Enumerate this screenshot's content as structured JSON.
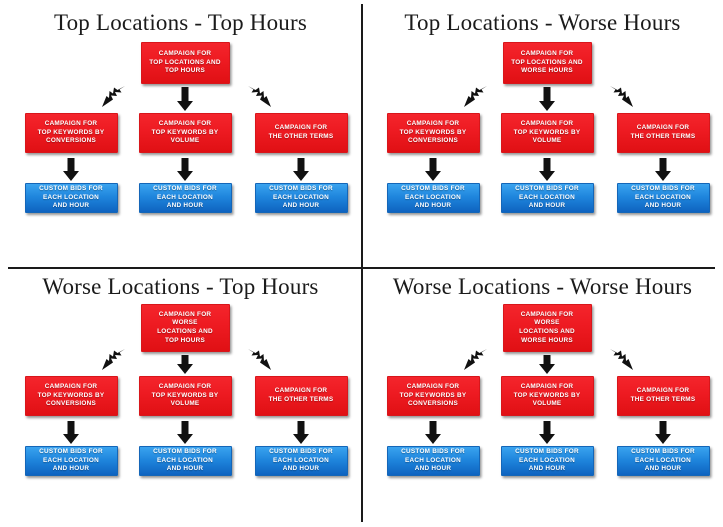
{
  "diagram": {
    "title_font_style": "serif",
    "colors": {
      "campaign_box": "#ED1C24",
      "bids_box": "#1B7FD4",
      "arrow": "#111111",
      "divider": "#1A1A1A",
      "background": "#FFFFFF",
      "box_text": "#FFFFFF"
    },
    "quadrants": [
      {
        "id": "top-locations-top-hours",
        "title": "Top Locations - Top Hours",
        "root": {
          "label": "CAMPAIGN FOR TOP LOCATIONS AND TOP HOURS",
          "lines": [
            "CAMPAIGN FOR",
            "TOP LOCATIONS AND",
            "TOP HOURS"
          ],
          "type": "campaign"
        },
        "branches": [
          {
            "campaign": {
              "label": "CAMPAIGN FOR TOP KEYWORDS BY CONVERSIONS",
              "lines": [
                "CAMPAIGN FOR",
                "TOP KEYWORDS BY",
                "CONVERSIONS"
              ],
              "type": "campaign"
            },
            "bids": {
              "label": "CUSTOM BIDS FOR EACH LOCATION AND HOUR",
              "lines": [
                "CUSTOM BIDS FOR",
                "EACH LOCATION",
                "AND HOUR"
              ],
              "type": "bids"
            },
            "connector": "arrow-diagonal-down-left"
          },
          {
            "campaign": {
              "label": "CAMPAIGN FOR TOP KEYWORDS BY VOLUME",
              "lines": [
                "CAMPAIGN FOR",
                "TOP KEYWORDS BY",
                "VOLUME"
              ],
              "type": "campaign"
            },
            "bids": {
              "label": "CUSTOM BIDS FOR EACH LOCATION AND HOUR",
              "lines": [
                "CUSTOM BIDS FOR",
                "EACH LOCATION",
                "AND HOUR"
              ],
              "type": "bids"
            },
            "connector": "arrow-down"
          },
          {
            "campaign": {
              "label": "CAMPAIGN FOR THE OTHER TERMS",
              "lines": [
                "CAMPAIGN FOR",
                "THE OTHER TERMS"
              ],
              "type": "campaign"
            },
            "bids": {
              "label": "CUSTOM BIDS FOR EACH LOCATION AND HOUR",
              "lines": [
                "CUSTOM BIDS FOR",
                "EACH LOCATION",
                "AND HOUR"
              ],
              "type": "bids"
            },
            "connector": "arrow-diagonal-down-right"
          }
        ]
      },
      {
        "id": "top-locations-worse-hours",
        "title": "Top Locations - Worse Hours",
        "root": {
          "label": "CAMPAIGN FOR TOP LOCATIONS AND WORSE HOURS",
          "lines": [
            "CAMPAIGN FOR",
            "TOP LOCATIONS AND",
            "WORSE HOURS"
          ],
          "type": "campaign"
        },
        "branches": [
          {
            "campaign": {
              "label": "CAMPAIGN FOR TOP KEYWORDS BY CONVERSIONS",
              "lines": [
                "CAMPAIGN FOR",
                "TOP KEYWORDS BY",
                "CONVERSIONS"
              ],
              "type": "campaign"
            },
            "bids": {
              "label": "CUSTOM BIDS FOR EACH LOCATION AND HOUR",
              "lines": [
                "CUSTOM BIDS FOR",
                "EACH LOCATION",
                "AND HOUR"
              ],
              "type": "bids"
            },
            "connector": "arrow-diagonal-down-left"
          },
          {
            "campaign": {
              "label": "CAMPAIGN FOR TOP KEYWORDS BY VOLUME",
              "lines": [
                "CAMPAIGN FOR",
                "TOP KEYWORDS BY",
                "VOLUME"
              ],
              "type": "campaign"
            },
            "bids": {
              "label": "CUSTOM BIDS FOR EACH LOCATION AND HOUR",
              "lines": [
                "CUSTOM BIDS FOR",
                "EACH LOCATION",
                "AND HOUR"
              ],
              "type": "bids"
            },
            "connector": "arrow-down"
          },
          {
            "campaign": {
              "label": "CAMPAIGN FOR THE OTHER TERMS",
              "lines": [
                "CAMPAIGN FOR",
                "THE OTHER TERMS"
              ],
              "type": "campaign"
            },
            "bids": {
              "label": "CUSTOM BIDS FOR EACH LOCATION AND HOUR",
              "lines": [
                "CUSTOM BIDS FOR",
                "EACH LOCATION",
                "AND HOUR"
              ],
              "type": "bids"
            },
            "connector": "arrow-diagonal-down-right"
          }
        ]
      },
      {
        "id": "worse-locations-top-hours",
        "title": "Worse Locations - Top Hours",
        "root": {
          "label": "CAMPAIGN FOR WORSE LOCATIONS AND TOP HOURS",
          "lines": [
            "CAMPAIGN FOR",
            "WORSE",
            "LOCATIONS AND",
            "TOP HOURS"
          ],
          "type": "campaign"
        },
        "branches": [
          {
            "campaign": {
              "label": "CAMPAIGN FOR TOP KEYWORDS BY CONVERSIONS",
              "lines": [
                "CAMPAIGN FOR",
                "TOP KEYWORDS BY",
                "CONVERSIONS"
              ],
              "type": "campaign"
            },
            "bids": {
              "label": "CUSTOM BIDS FOR EACH LOCATION AND HOUR",
              "lines": [
                "CUSTOM BIDS FOR",
                "EACH LOCATION",
                "AND HOUR"
              ],
              "type": "bids"
            },
            "connector": "arrow-diagonal-down-left"
          },
          {
            "campaign": {
              "label": "CAMPAIGN FOR TOP KEYWORDS BY VOLUME",
              "lines": [
                "CAMPAIGN FOR",
                "TOP KEYWORDS BY",
                "VOLUME"
              ],
              "type": "campaign"
            },
            "bids": {
              "label": "CUSTOM BIDS FOR EACH LOCATION AND HOUR",
              "lines": [
                "CUSTOM BIDS FOR",
                "EACH LOCATION",
                "AND HOUR"
              ],
              "type": "bids"
            },
            "connector": "arrow-down"
          },
          {
            "campaign": {
              "label": "CAMPAIGN FOR THE OTHER TERMS",
              "lines": [
                "CAMPAIGN FOR",
                "THE OTHER TERMS"
              ],
              "type": "campaign"
            },
            "bids": {
              "label": "CUSTOM BIDS FOR EACH LOCATION AND HOUR",
              "lines": [
                "CUSTOM BIDS FOR",
                "EACH LOCATION",
                "AND HOUR"
              ],
              "type": "bids"
            },
            "connector": "arrow-diagonal-down-right"
          }
        ]
      },
      {
        "id": "worse-locations-worse-hours",
        "title": "Worse Locations - Worse Hours",
        "root": {
          "label": "CAMPAIGN FOR WORSE LOCATIONS AND WORSE HOURS",
          "lines": [
            "CAMPAIGN FOR",
            "WORSE",
            "LOCATIONS AND",
            "WORSE HOURS"
          ],
          "type": "campaign"
        },
        "branches": [
          {
            "campaign": {
              "label": "CAMPAIGN FOR TOP KEYWORDS BY CONVERSIONS",
              "lines": [
                "CAMPAIGN FOR",
                "TOP KEYWORDS BY",
                "CONVERSIONS"
              ],
              "type": "campaign"
            },
            "bids": {
              "label": "CUSTOM BIDS FOR EACH LOCATION AND HOUR",
              "lines": [
                "CUSTOM BIDS FOR",
                "EACH LOCATION",
                "AND HOUR"
              ],
              "type": "bids"
            },
            "connector": "arrow-diagonal-down-left"
          },
          {
            "campaign": {
              "label": "CAMPAIGN FOR TOP KEYWORDS BY VOLUME",
              "lines": [
                "CAMPAIGN FOR",
                "TOP KEYWORDS BY",
                "VOLUME"
              ],
              "type": "campaign"
            },
            "bids": {
              "label": "CUSTOM BIDS FOR EACH LOCATION AND HOUR",
              "lines": [
                "CUSTOM BIDS FOR",
                "EACH LOCATION",
                "AND HOUR"
              ],
              "type": "bids"
            },
            "connector": "arrow-down"
          },
          {
            "campaign": {
              "label": "CAMPAIGN FOR THE OTHER TERMS",
              "lines": [
                "CAMPAIGN FOR",
                "THE OTHER TERMS"
              ],
              "type": "campaign"
            },
            "bids": {
              "label": "CUSTOM BIDS FOR EACH LOCATION AND HOUR",
              "lines": [
                "CUSTOM BIDS FOR",
                "EACH LOCATION",
                "AND HOUR"
              ],
              "type": "bids"
            },
            "connector": "arrow-diagonal-down-right"
          }
        ]
      }
    ]
  }
}
